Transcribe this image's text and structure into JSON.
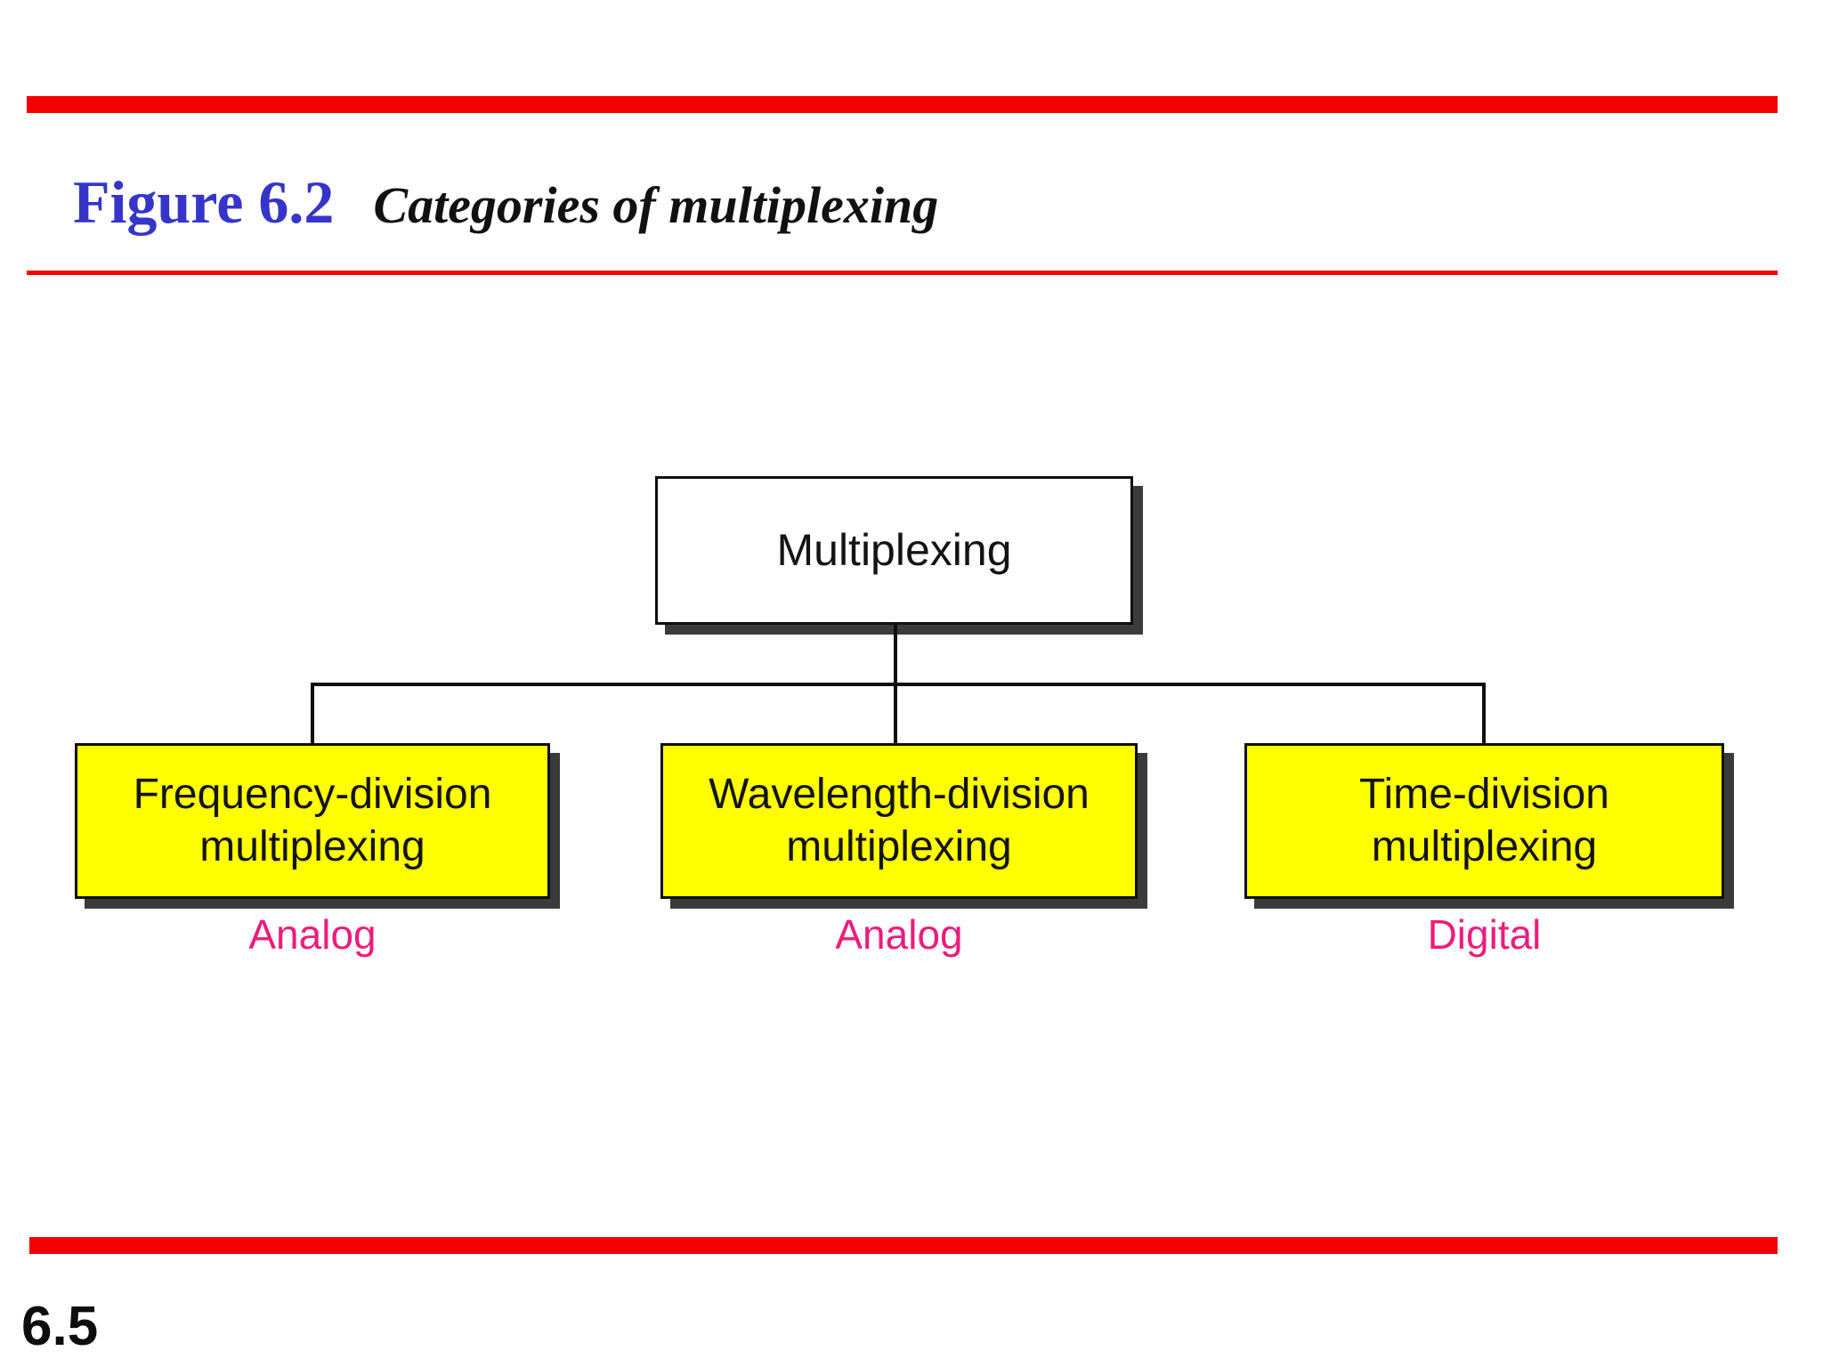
{
  "header": {
    "figure_label": "Figure 6.2",
    "figure_caption": "Categories of multiplexing"
  },
  "diagram": {
    "root": {
      "label": "Multiplexing"
    },
    "children": [
      {
        "line1": "Frequency-division",
        "line2": "multiplexing",
        "category": "Analog"
      },
      {
        "line1": "Wavelength-division",
        "line2": "multiplexing",
        "category": "Analog"
      },
      {
        "line1": "Time-division",
        "line2": "multiplexing",
        "category": "Digital"
      }
    ]
  },
  "footer": {
    "page_number": "6.5"
  },
  "colors": {
    "accent_red": "#f30000",
    "title_blue": "#3535c9",
    "node_yellow": "#ffff00",
    "category_pink": "#ec1c7c",
    "line_black": "#0f0f0f",
    "shadow_gray": "#3b3b3b"
  }
}
